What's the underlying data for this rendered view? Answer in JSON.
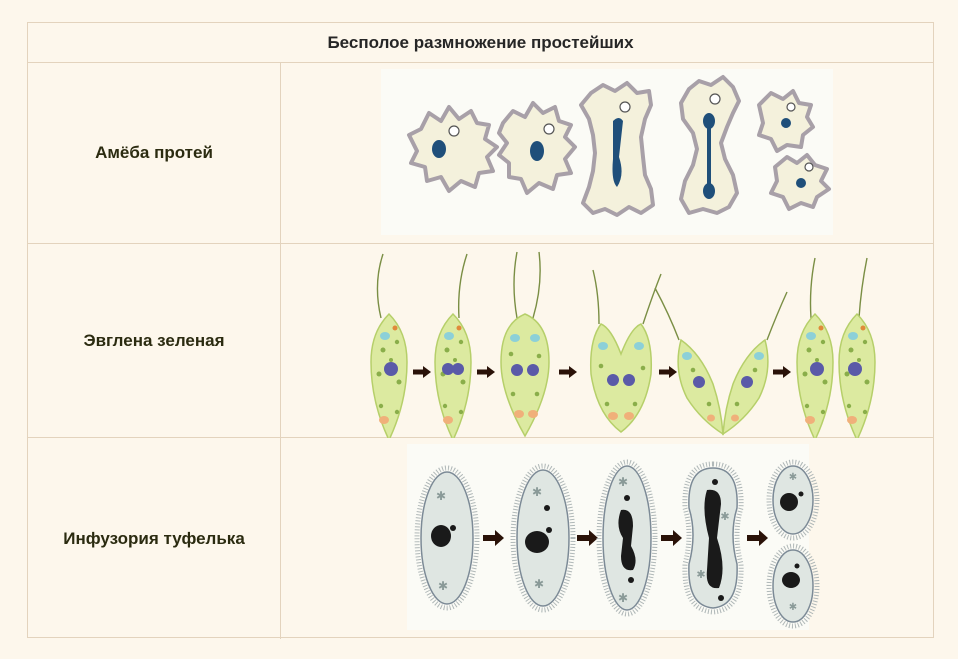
{
  "title": "Бесполое размножение простейших",
  "rows": [
    {
      "label": "Амёба протей"
    },
    {
      "label": "Эвглена зеленая"
    },
    {
      "label": "Инфузория туфелька"
    }
  ],
  "colors": {
    "border": "#e3d3bd",
    "background": "#fdf7ec",
    "amoeba_body": "#f4f1dc",
    "amoeba_outline": "#a8a0a8",
    "nucleus": "#1f4f7a",
    "euglena_body": "#dceaa0",
    "paramecium_body": "#dfe6e2",
    "arrow": "#2a1208"
  }
}
